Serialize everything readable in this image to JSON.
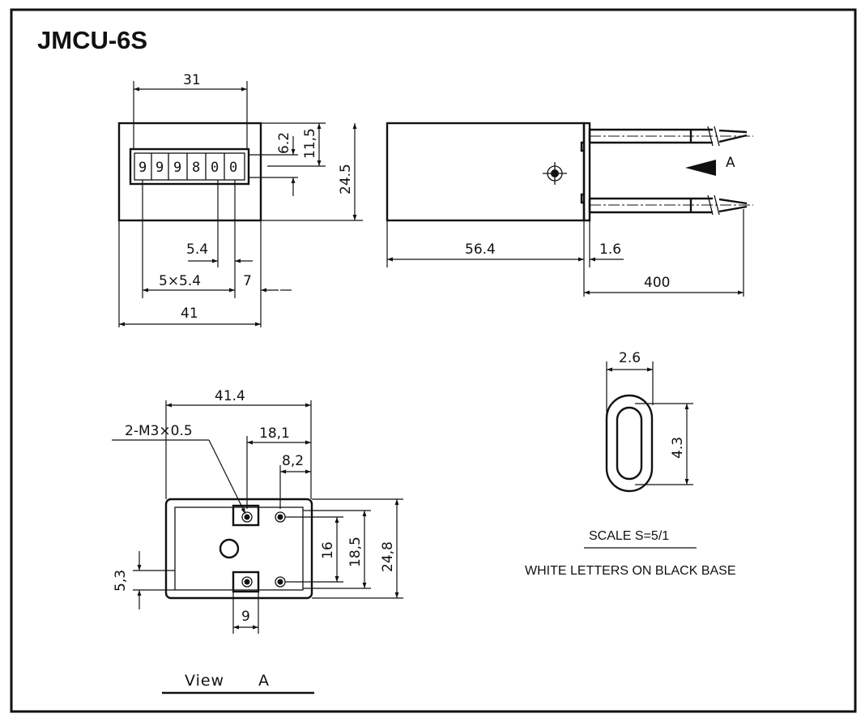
{
  "title": "JMCU-6S",
  "counter_digits": [
    "9",
    "9",
    "9",
    "8",
    "0",
    "0"
  ],
  "dims": {
    "front_width": "31",
    "window_height": "6.2",
    "window_offset": "11,5",
    "body_height": "24.5",
    "digit_pitch": "5.4",
    "digits_span": "5×5.4",
    "right_margin": "7",
    "overall_width": "41",
    "body_length": "56.4",
    "flange": "1.6",
    "lead_length": "400",
    "base_length": "41.4",
    "thread": "2-M3×0.5",
    "hole_pitch": "18,1",
    "hole_offset": "8,2",
    "hole_spacing": "16",
    "inner_height": "18,5",
    "base_height": "24,8",
    "side_offset": "5,3",
    "slot_width": "9",
    "oval_width": "2.6",
    "oval_height": "4.3"
  },
  "labels": {
    "view_marker": "A",
    "scale": "SCALE S=5/1",
    "letters_note": "WHITE LETTERS ON BLACK BASE",
    "view_word": "View",
    "view_letter": "A"
  }
}
